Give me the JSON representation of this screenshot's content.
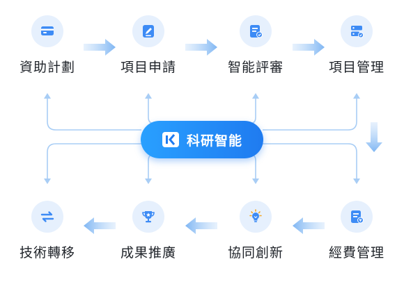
{
  "hub": {
    "label": "科研智能"
  },
  "top_row": [
    {
      "label": "資助計劃",
      "icon": "funding-card-icon"
    },
    {
      "label": "項目申請",
      "icon": "edit-document-icon"
    },
    {
      "label": "智能評審",
      "icon": "review-check-icon"
    },
    {
      "label": "項目管理",
      "icon": "server-manage-icon"
    }
  ],
  "bottom_row": [
    {
      "label": "技術轉移",
      "icon": "transfer-arrows-icon"
    },
    {
      "label": "成果推廣",
      "icon": "trophy-icon"
    },
    {
      "label": "協同創新",
      "icon": "lightbulb-icon"
    },
    {
      "label": "經費管理",
      "icon": "expense-document-icon"
    }
  ],
  "colors": {
    "primary": "#1f7bf0",
    "icon": "#3d8bf5",
    "icon_bg": "#e6f0fd",
    "connector": "#a8cdf5",
    "flow_arrow": "#8fc0f5",
    "text": "#1f2329"
  }
}
